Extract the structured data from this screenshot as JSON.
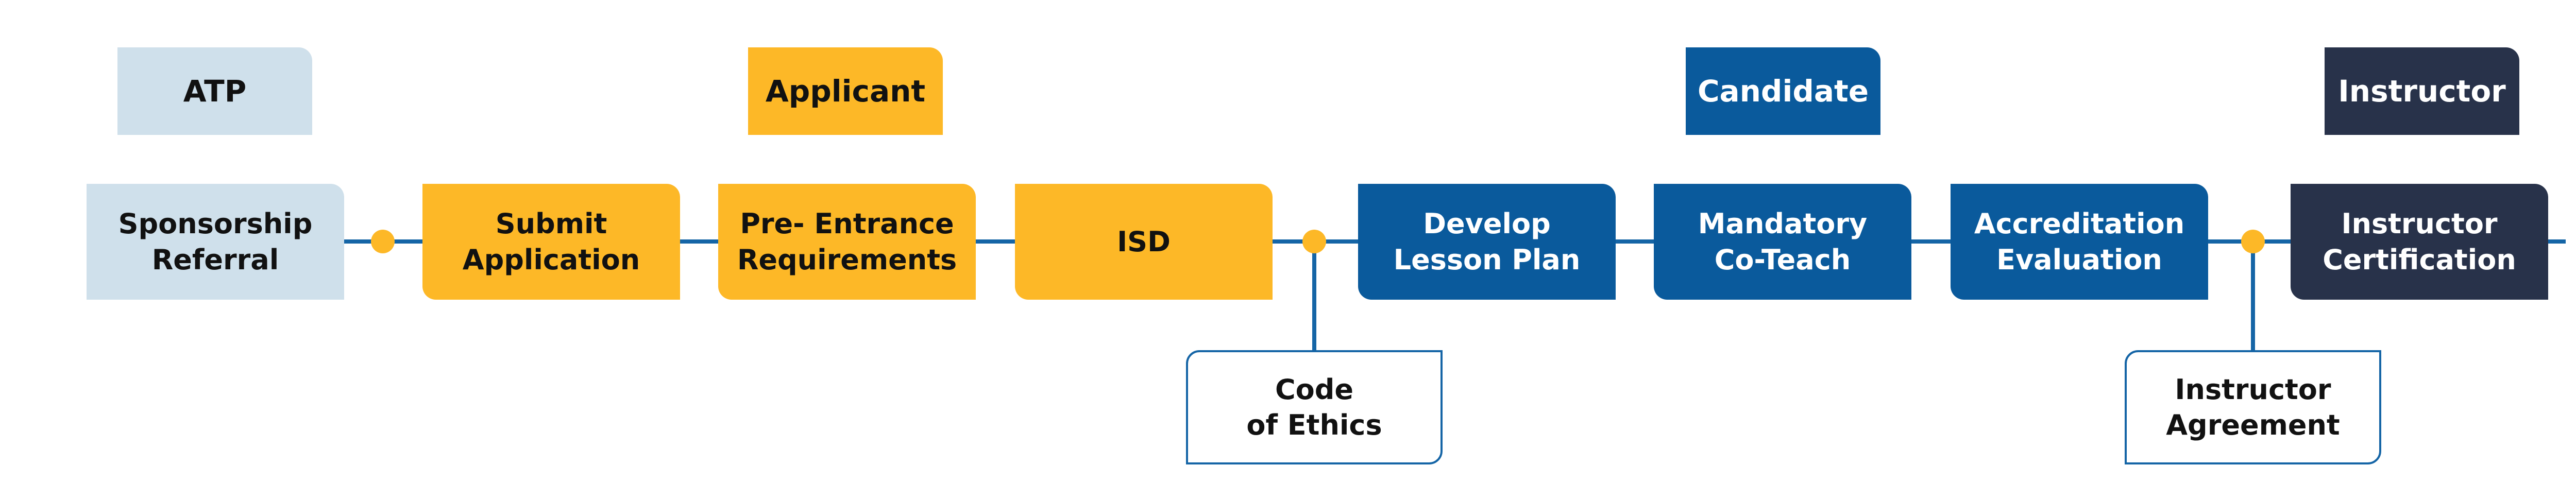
{
  "colors": {
    "atp": "#cfe0eb",
    "applicant": "#fdb827",
    "candidate": "#0a5a9c",
    "instructor": "#28324a",
    "connector": "#1565a6",
    "node": "#fdb827"
  },
  "stage_tags": {
    "atp": "ATP",
    "applicant": "Applicant",
    "candidate": "Candidate",
    "instructor": "Instructor"
  },
  "steps": {
    "sponsorship_referral": "Sponsorship\nReferral",
    "submit_application": "Submit\nApplication",
    "pre_entrance": "Pre- Entrance\nRequirements",
    "isd": "ISD",
    "develop_lesson_plan": "Develop\nLesson Plan",
    "mandatory_coteach": "Mandatory\nCo-Teach",
    "accreditation_evaluation": "Accreditation\nEvaluation",
    "instructor_certification": "Instructor\nCertification"
  },
  "branches": {
    "code_of_ethics": "Code\nof Ethics",
    "instructor_agreement": "Instructor\nAgreement"
  }
}
